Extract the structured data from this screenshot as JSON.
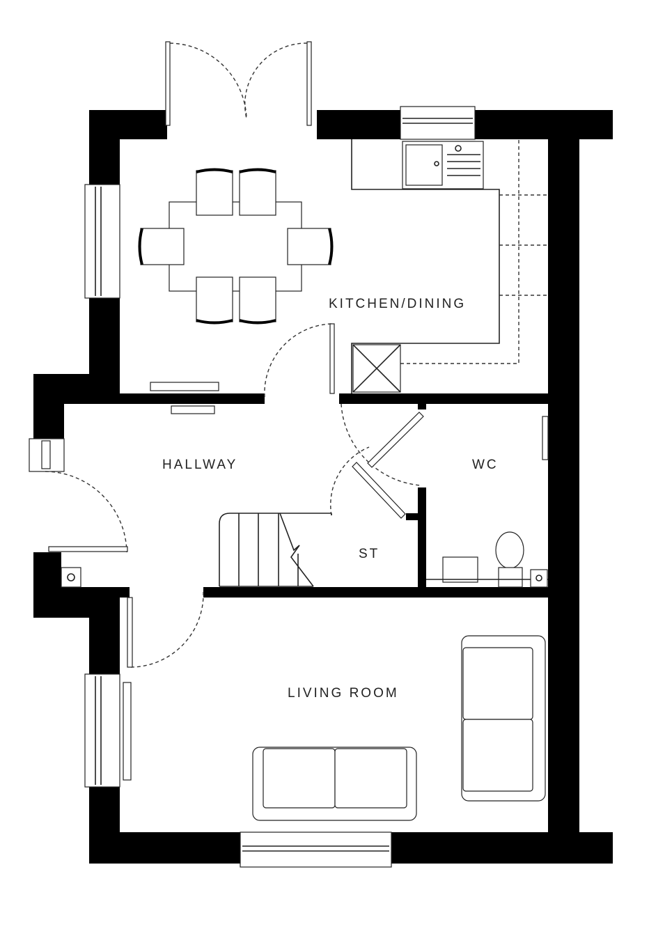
{
  "rooms": {
    "kitchen_dining": "KITCHEN/DINING",
    "hallway": "HALLWAY",
    "wc": "WC",
    "store": "ST",
    "living_room": "LIVING ROOM"
  },
  "colors": {
    "wall": "#000000",
    "line": "#222222",
    "background": "#ffffff"
  }
}
